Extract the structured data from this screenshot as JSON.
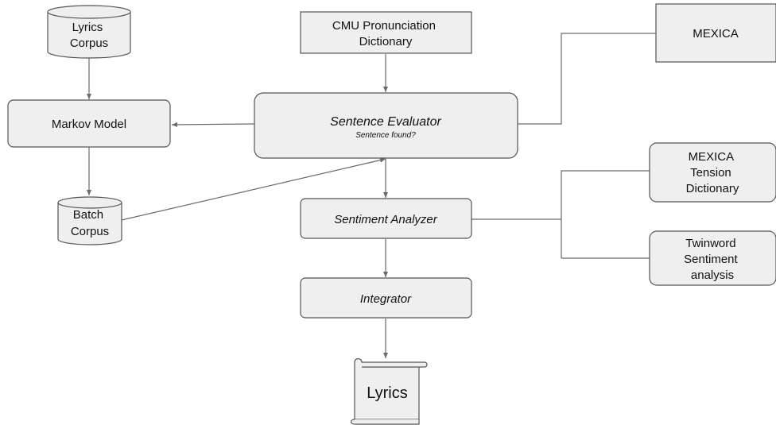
{
  "diagram": {
    "nodes": {
      "lyrics_corpus": {
        "lines": [
          "Lyrics",
          "Corpus"
        ]
      },
      "markov_model": {
        "lines": [
          "Markov Model"
        ]
      },
      "batch_corpus": {
        "lines": [
          "Batch",
          "Corpus"
        ]
      },
      "cmu_dictionary": {
        "lines": [
          "CMU Pronunciation",
          "Dictionary"
        ]
      },
      "sentence_evaluator": {
        "title": "Sentence Evaluator",
        "subtitle": "Sentence found?"
      },
      "sentiment_analyzer": {
        "lines": [
          "Sentiment Analyzer"
        ]
      },
      "integrator": {
        "lines": [
          "Integrator"
        ]
      },
      "lyrics_output": {
        "lines": [
          "Lyrics"
        ]
      },
      "mexica": {
        "lines": [
          "MEXICA"
        ]
      },
      "mexica_tension_dictionary": {
        "lines": [
          "MEXICA",
          "Tension",
          "Dictionary"
        ]
      },
      "twinword_sentiment": {
        "lines": [
          "Twinword",
          "Sentiment",
          "analysis"
        ]
      }
    }
  }
}
